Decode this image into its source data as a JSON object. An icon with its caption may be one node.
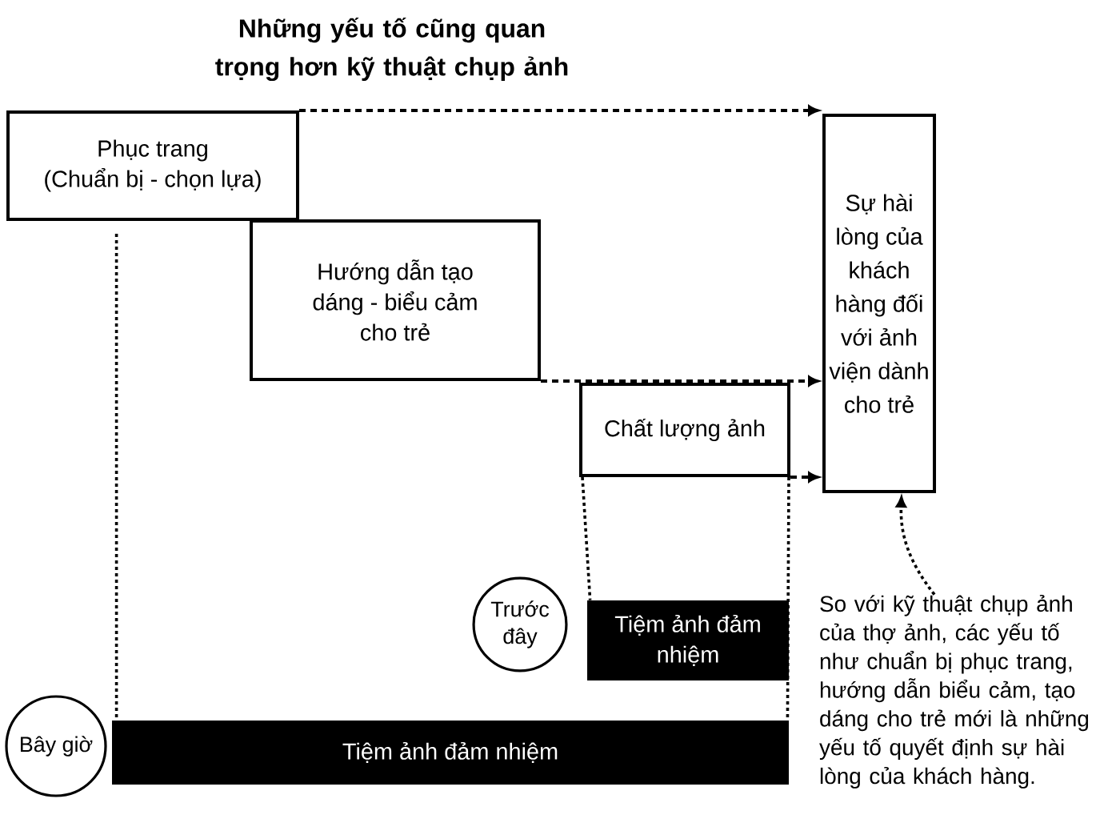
{
  "diagram": {
    "title": "Những yếu tố cũng quan trọng hơn kỹ thuật chụp ảnh",
    "nodes": [
      {
        "text": [
          "Phục trang",
          "(Chuẩn bị - chọn lựa)"
        ]
      },
      {
        "text": [
          "Hướng dẫn tạo dáng - biểu cảm cho trẻ"
        ]
      },
      {
        "text": [
          "Chất lượng ảnh"
        ]
      },
      {
        "text": [
          "Sự hài lòng của khách hàng đối với ảnh viện dành cho trẻ"
        ]
      },
      {
        "text": [
          "So với kỹ thuật chụp ảnh của thợ ảnh, các yếu tố như chuẩn bị phục trang, hướng dẫn biểu cảm, tạo dáng cho trẻ mới là những yếu tố quyết định sự hài lòng của khách hàng."
        ]
      },
      {
        "text": [
          "Trước đây"
        ]
      },
      {
        "text": [
          "Tiệm ảnh đảm nhiệm"
        ]
      },
      {
        "text": [
          "Bây giờ"
        ]
      },
      {
        "text": [
          "Tiệm ảnh đảm nhiệm"
        ]
      }
    ],
    "edges": [
      {
        "from": 0,
        "to": 3,
        "arrow": "to",
        "style": "dashed"
      },
      {
        "from": 1,
        "to": 3,
        "arrow": "to",
        "style": "dashed"
      },
      {
        "from": 2,
        "to": 3,
        "arrow": "to",
        "style": "dashed"
      },
      {
        "from": 4,
        "to": 3,
        "arrow": "to",
        "style": "dashed"
      },
      {
        "from": 0,
        "to": 8,
        "arrow": "none",
        "style": "dashed"
      },
      {
        "from": 2,
        "to": 6,
        "arrow": "none",
        "style": "dashed"
      },
      {
        "from": 2,
        "to": 8,
        "arrow": "none",
        "style": "dashed"
      }
    ]
  }
}
